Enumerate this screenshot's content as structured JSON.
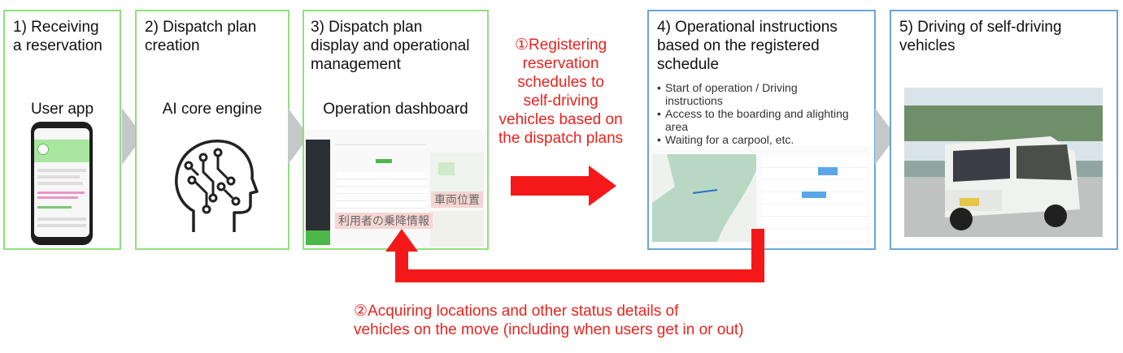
{
  "steps": [
    {
      "title": "1) Receiving\na reservation",
      "sub": "User app"
    },
    {
      "title": "2) Dispatch plan\ncreation",
      "sub": "AI core engine"
    },
    {
      "title": "3) Dispatch plan\ndisplay and operational\nmanagement",
      "sub": "Operation dashboard"
    },
    {
      "title": "4) Operational instructions\nbased on the registered\nschedule",
      "bullets": [
        "Start of operation / Driving\ninstructions",
        "Access to the boarding and alighting\narea",
        "Waiting for a carpool, etc."
      ]
    },
    {
      "title": "5) Driving of self-driving\nvehicles"
    }
  ],
  "annotations": {
    "register": "①Registering\nreservation\nschedules to\nself-driving\nvehicles based on\nthe dispatch plans",
    "acquire": "②Acquiring locations and other status details of\nvehicles on the move (including when users get in or out)"
  },
  "dashboard_labels": {
    "vehicle_location": "車両位置",
    "boarding_info": "利用者の乗降情報"
  },
  "colors": {
    "green_border": "#8ee07a",
    "blue_border": "#6aa6d8",
    "red": "#e8231d",
    "gray_arrow": "#c4c8c9"
  },
  "icons": [
    "phone-app-icon",
    "brain-circuit-icon",
    "dashboard-screenshot",
    "map-screenshot",
    "vehicle-photo"
  ]
}
